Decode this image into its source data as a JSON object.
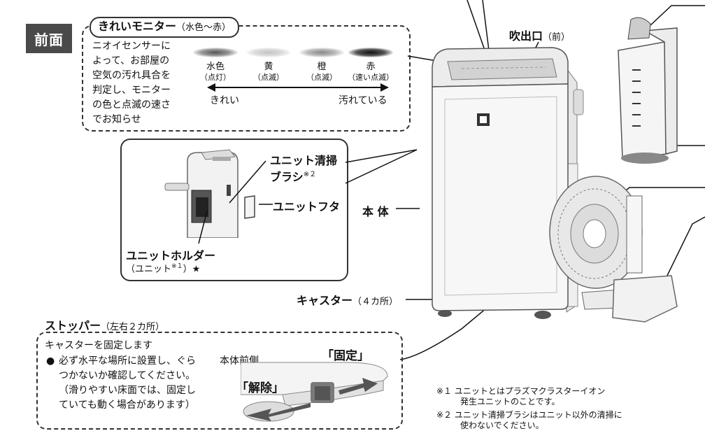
{
  "badge": "前面",
  "monitor": {
    "title": "きれいモニター",
    "title_sub": "（水色～赤）",
    "description": [
      "ニオイセンサーに",
      "よって、お部屋の",
      "空気の汚れ具合を",
      "判定し、モニター",
      "の色と点滅の速さ",
      "でお知らせ"
    ],
    "lamps": [
      {
        "name": "水色",
        "state": "（点灯）",
        "color": "#5a5a5a"
      },
      {
        "name": "黄",
        "state": "（点滅）",
        "color": "#c9c9c9"
      },
      {
        "name": "橙",
        "state": "（点滅）",
        "color": "#9a9a9a"
      },
      {
        "name": "赤",
        "state": "（速い点滅）",
        "color": "#2a2a2a"
      }
    ],
    "clean": "きれい",
    "dirty": "汚れている"
  },
  "labels": {
    "outlet": "吹出口",
    "outlet_sub": "（前）",
    "body": "本 体",
    "caster": "キャスター",
    "caster_sub": "（４カ所）",
    "unit_brush_1": "ユニット清掃",
    "unit_brush_2": "ブラシ",
    "unit_brush_note": "※２",
    "unit_cover": "ユニットフタ",
    "unit_holder": "ユニットホルダー",
    "unit_holder_sub_a": "（ユニット",
    "unit_holder_note": "※１",
    "unit_holder_sub_b": "）★"
  },
  "stopper": {
    "title": "ストッパー",
    "title_sub": "（左右２カ所）",
    "line1": "キャスターを固定します",
    "bullet": "●",
    "lines": [
      "必ず水平な場所に設置し、ぐら",
      "つかないか確認してください。",
      "（滑りやすい床面では、固定し",
      "ていても動く場合があります）"
    ],
    "front_side": "本体前側",
    "fixed": "「固定」",
    "release": "「解除」"
  },
  "notes": [
    {
      "mark": "※１",
      "lines": [
        "ユニットとはプラズマクラスターイオン",
        "発生ユニットのことです。"
      ]
    },
    {
      "mark": "※２",
      "lines": [
        "ユニット清掃ブラシはユニット以外の清掃に",
        "使わないでください。"
      ]
    }
  ]
}
